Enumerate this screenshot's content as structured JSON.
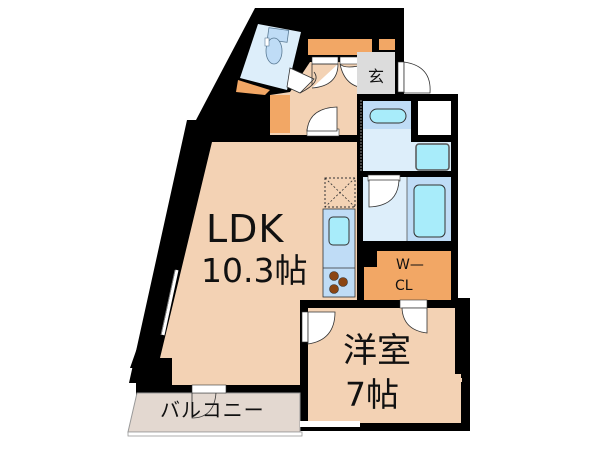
{
  "floor_plan": {
    "type": "apartment-layout",
    "rooms": {
      "ldk": {
        "name": "LDK",
        "size": "10.3帖",
        "color": "#f3d2b4"
      },
      "youshitsu": {
        "name": "洋室",
        "size": "7帖",
        "color": "#f3d2b4"
      },
      "walk_in_closet": {
        "line1": "W—",
        "line2": "CL",
        "color": "#f2a765"
      },
      "genkan": {
        "name": "玄",
        "color": "#dcdcdc"
      },
      "balcony": {
        "name": "バルコニー",
        "color": "#e3d8d0"
      },
      "toilet": {
        "color": "#ddeefa"
      },
      "washroom": {
        "color": "#ddeefa"
      },
      "bathroom": {
        "color": "#ddeefa"
      },
      "hallway": {
        "color": "#f3d2b4"
      },
      "storage": {
        "color": "#f2a765"
      }
    },
    "colors": {
      "wall": "#000000",
      "fixture_fill": "#a8ecfa",
      "fixture_base": "#bfdcf6",
      "stove_burner": "#8b4513",
      "background": "#ffffff"
    }
  }
}
